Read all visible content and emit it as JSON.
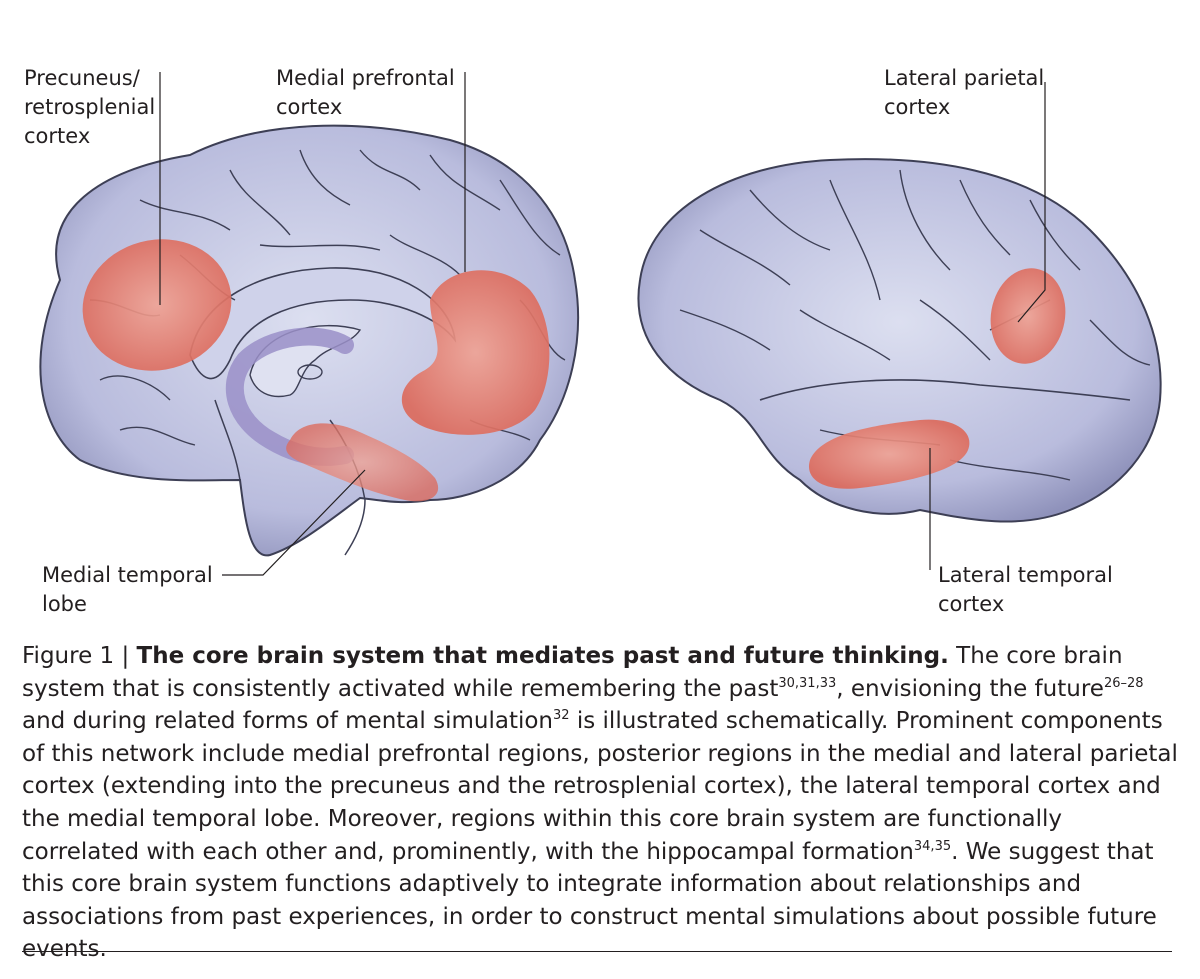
{
  "labels": {
    "precuneus": [
      "Precuneus/",
      "retrosplenial",
      "cortex"
    ],
    "medial_prefrontal": [
      "Medial prefrontal",
      "cortex"
    ],
    "medial_temporal": [
      "Medial temporal",
      "lobe"
    ],
    "lateral_parietal": [
      "Lateral parietal",
      "cortex"
    ],
    "lateral_temporal": [
      "Lateral temporal",
      "cortex"
    ]
  },
  "colors": {
    "brain_fill": "#b9bcdd",
    "brain_stroke": "#3d3f55",
    "active_region": "#e0776a",
    "hippocampus": "#9a8fc8",
    "leader_line": "#231f20"
  },
  "caption": {
    "figure_label": "Figure 1 | ",
    "title": "The core brain system that mediates past and future thinking.",
    "t1": " The core brain system that is consistently activated while remembering the past",
    "r1": "30,31,33",
    "t2": ", envisioning the future",
    "r2": "26–28",
    "t3": " and during related forms of mental simulation",
    "r3": "32",
    "t4": " is illustrated schematically. Prominent components of this network include medial prefrontal regions, posterior regions in the medial and lateral parietal cortex (extending into the precuneus and the retrosplenial cortex), the lateral temporal cortex and the medial temporal lobe. Moreover, regions within this core brain system are functionally correlated with each other and, prominently, with the hippocampal formation",
    "r4": "34,35",
    "t5": ". We suggest that this core brain system functions adaptively to integrate information about relationships and associations from past experiences, in order to construct mental simulations about possible future events."
  }
}
